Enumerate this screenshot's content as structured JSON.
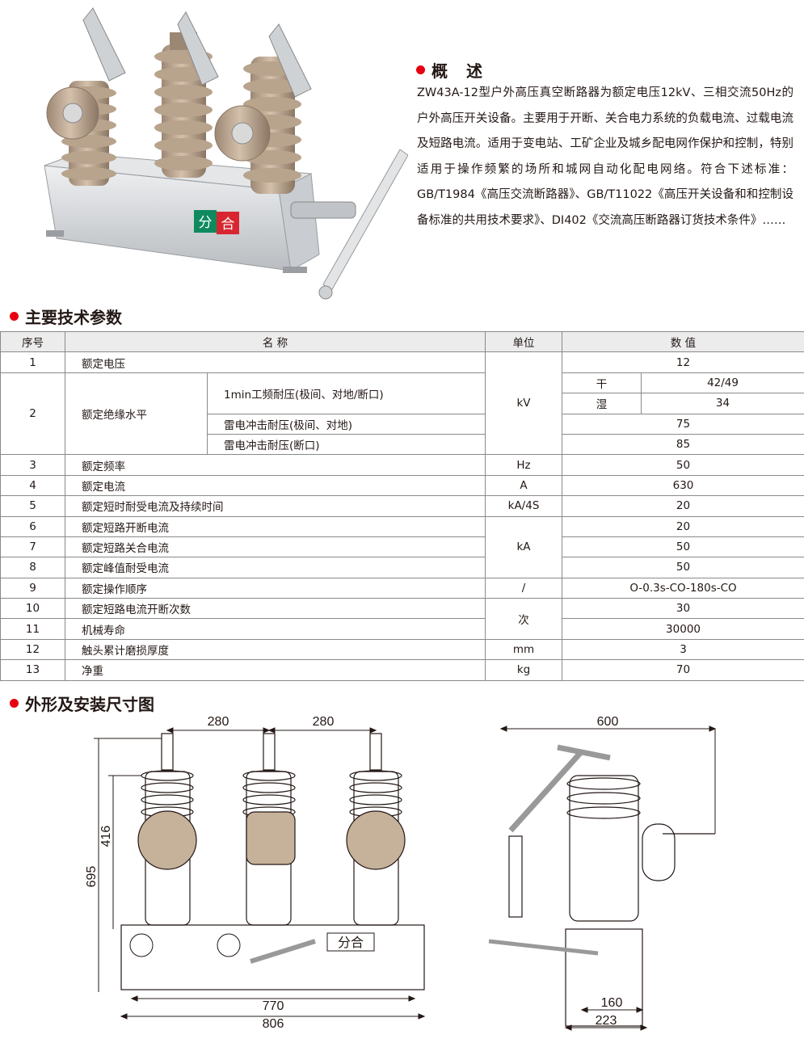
{
  "overview": {
    "title": "概 述",
    "text": "ZW43A-12型户外高压真空断路器为额定电压12kV、三相交流50Hz的户外高压开关设备。主要用于开断、关合电力系统的负载电流、过载电流及短路电流。适用于变电站、工矿企业及城乡配电网作保护和控制，特别适用于操作频繁的场所和城网自动化配电网络。符合下述标准：GB/T1984《高压交流断路器》、GB/T11022《高压开关设备和和控制设备标准的共用技术要求》、DI402《交流高压断路器订货技术条件》……"
  },
  "product": {
    "panel_label": "分合"
  },
  "params": {
    "title": "主要技术参数",
    "headers": {
      "no": "序号",
      "name": "名 称",
      "unit": "单位",
      "value": "数 值"
    },
    "rows": {
      "r1": {
        "no": "1",
        "name": "额定电压",
        "value": "12"
      },
      "r2": {
        "no": "2",
        "name": "额定绝缘水平",
        "sub1": "1min工频耐压(极间、对地/断口)",
        "dry": "干",
        "dry_value": "42/49",
        "wet": "湿",
        "wet_value": "34",
        "sub2": "雷电冲击耐压(极间、对地)",
        "sub2_value": "75",
        "sub3": "雷电冲击耐压(断口)",
        "sub3_value": "85"
      },
      "unit_kv": "kV",
      "r3": {
        "no": "3",
        "name": "额定频率",
        "unit": "Hz",
        "value": "50"
      },
      "r4": {
        "no": "4",
        "name": "额定电流",
        "unit": "A",
        "value": "630"
      },
      "r5": {
        "no": "5",
        "name": "额定短时耐受电流及持续时间",
        "unit": "kA/4S",
        "value": "20"
      },
      "r6": {
        "no": "6",
        "name": "额定短路开断电流",
        "value": "20"
      },
      "unit_ka": "kA",
      "r7": {
        "no": "7",
        "name": "额定短路关合电流",
        "value": "50"
      },
      "r8": {
        "no": "8",
        "name": "额定峰值耐受电流",
        "value": "50"
      },
      "r9": {
        "no": "9",
        "name": "额定操作顺序",
        "unit": "/",
        "value": "O-0.3s-CO-180s-CO"
      },
      "r10": {
        "no": "10",
        "name": "额定短路电流开断次数",
        "value": "30"
      },
      "unit_times": "次",
      "r11": {
        "no": "11",
        "name": "机械寿命",
        "value": "30000"
      },
      "r12": {
        "no": "12",
        "name": "触头累计磨损厚度",
        "unit": "mm",
        "value": "3"
      },
      "r13": {
        "no": "13",
        "name": "净重",
        "unit": "kg",
        "value": "70"
      }
    }
  },
  "dimensions": {
    "title": "外形及安装尺寸图",
    "front": {
      "d280a": "280",
      "d280b": "280",
      "d416": "416",
      "d695": "695",
      "d770": "770",
      "d806": "806",
      "panel_label": "分合"
    },
    "side": {
      "d600": "600",
      "d160": "160",
      "d223": "223"
    }
  },
  "colors": {
    "accent": "#e60012",
    "porcelain": "#c6b19b",
    "frame": "#d9dadc",
    "panel_green": "#0f8a5f",
    "panel_red": "#d7262f"
  }
}
